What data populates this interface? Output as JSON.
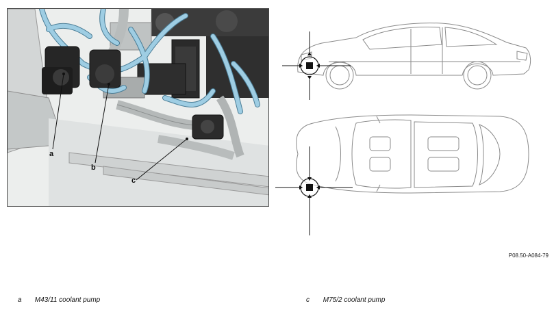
{
  "diagram": {
    "callouts": [
      {
        "id": "a",
        "label": "a"
      },
      {
        "id": "b",
        "label": "b"
      },
      {
        "id": "c",
        "label": "c"
      }
    ],
    "reference_code": "P08.50-A084-79",
    "legend": [
      {
        "letter": "a",
        "text": "M43/11 coolant pump"
      },
      {
        "letter": "c",
        "text": "M75/2 coolant pump"
      }
    ],
    "colors": {
      "coolant_hose": "#9ecde3",
      "hose_outline": "#4a7d96",
      "component_dark": "#2a2a2a",
      "line_art": "#777777"
    }
  }
}
